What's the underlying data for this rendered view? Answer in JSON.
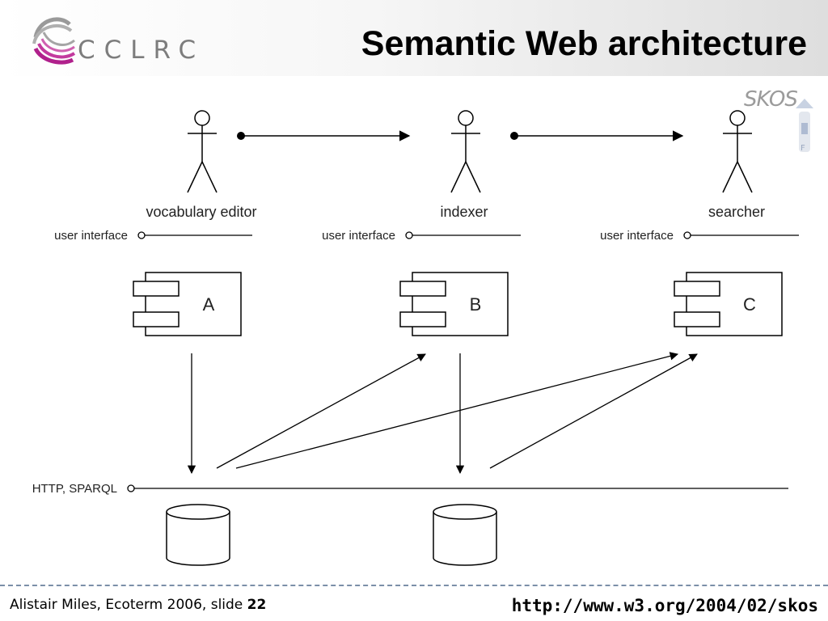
{
  "header": {
    "logo_text": "CCLRC",
    "title": "Semantic Web architecture"
  },
  "badge": {
    "text": "SKOS",
    "icon": "skos-logo"
  },
  "diagram": {
    "actors": [
      {
        "label": "vocabulary editor"
      },
      {
        "label": "indexer"
      },
      {
        "label": "searcher"
      }
    ],
    "interfaces": [
      {
        "label": "user interface"
      },
      {
        "label": "user interface"
      },
      {
        "label": "user interface"
      }
    ],
    "components": [
      {
        "label": "A"
      },
      {
        "label": "B"
      },
      {
        "label": "C"
      }
    ],
    "bus": {
      "label": "HTTP, SPARQL"
    },
    "stores": [
      {},
      {}
    ]
  },
  "footer": {
    "credit": "Alistair Miles, Ecoterm 2006, slide",
    "slide_number": "22",
    "url": "http://www.w3.org/2004/02/skos"
  }
}
